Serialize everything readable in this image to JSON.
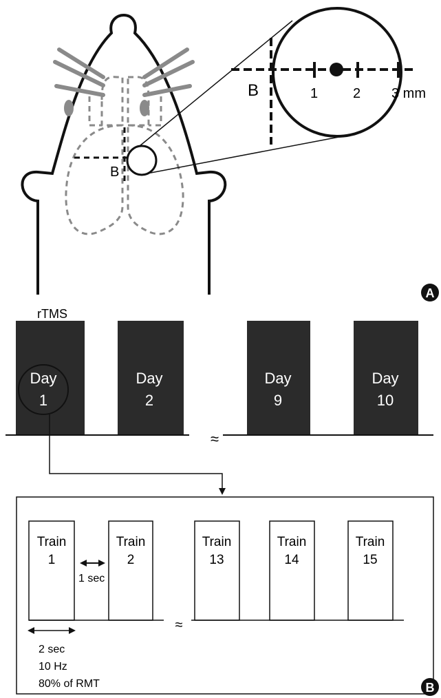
{
  "panel_a": {
    "point_label": "B",
    "zoom_point_label": "B",
    "scale_ticks": [
      "1",
      "2",
      "3 mm"
    ],
    "badge": "A"
  },
  "panel_b": {
    "title": "rTMS",
    "days": [
      {
        "line1": "Day",
        "line2": "1"
      },
      {
        "line1": "Day",
        "line2": "2"
      },
      {
        "line1": "Day",
        "line2": "9"
      },
      {
        "line1": "Day",
        "line2": "10"
      }
    ],
    "break_symbol": "≈",
    "trains": [
      {
        "line1": "Train",
        "line2": "1"
      },
      {
        "line1": "Train",
        "line2": "2"
      },
      {
        "line1": "Train",
        "line2": "13"
      },
      {
        "line1": "Train",
        "line2": "14"
      },
      {
        "line1": "Train",
        "line2": "15"
      }
    ],
    "interval_label": "1 sec",
    "params": [
      "2 sec",
      "10 Hz",
      "80% of RMT"
    ],
    "badge": "B"
  },
  "colors": {
    "day_block": "#2b2b2b",
    "outline": "#111111",
    "dashed": "#8a8a8a",
    "whisker": "#8a8a8a"
  }
}
